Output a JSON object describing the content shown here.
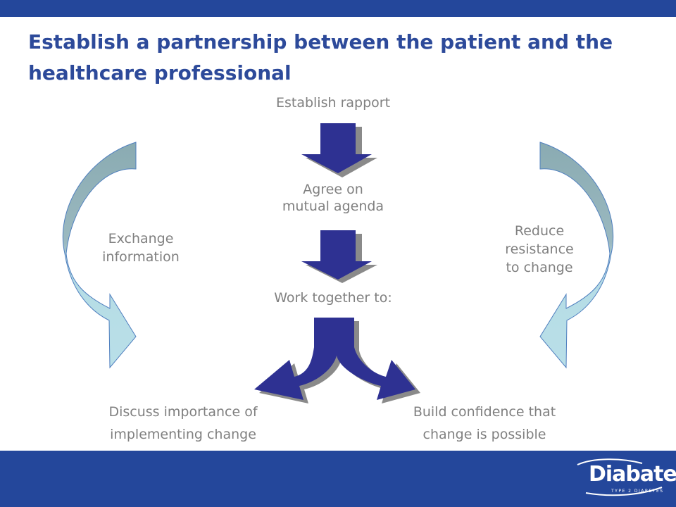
{
  "title": "Establish a partnership between the patient and the healthcare professional",
  "steps": {
    "step1": "Establish rapport",
    "step2_line1": "Agree on",
    "step2_line2": "mutual agenda",
    "step3": "Work together to:"
  },
  "branches": {
    "left_line1": "Discuss importance of",
    "left_line2": "implementing change",
    "right_line1": "Build confidence that",
    "right_line2": "change is possible"
  },
  "side_labels": {
    "left_line1": "Exchange",
    "left_line2": "information",
    "right_line1": "Reduce",
    "right_line2": "resistance",
    "right_line3": "to change"
  },
  "logo": {
    "word": "Diabate",
    "tagline": "TYPE 2 DIABETES"
  },
  "colors": {
    "bar": "#24479b",
    "title": "#2d4a9a",
    "arrow_fill": "#2e3192",
    "arrow_shadow": "#8a8a8a",
    "curved_arrow_dark": "#8aabb2",
    "curved_arrow_light": "#b7dde6",
    "curved_arrow_edge": "#4f7fbf",
    "label_text": "#808080"
  }
}
